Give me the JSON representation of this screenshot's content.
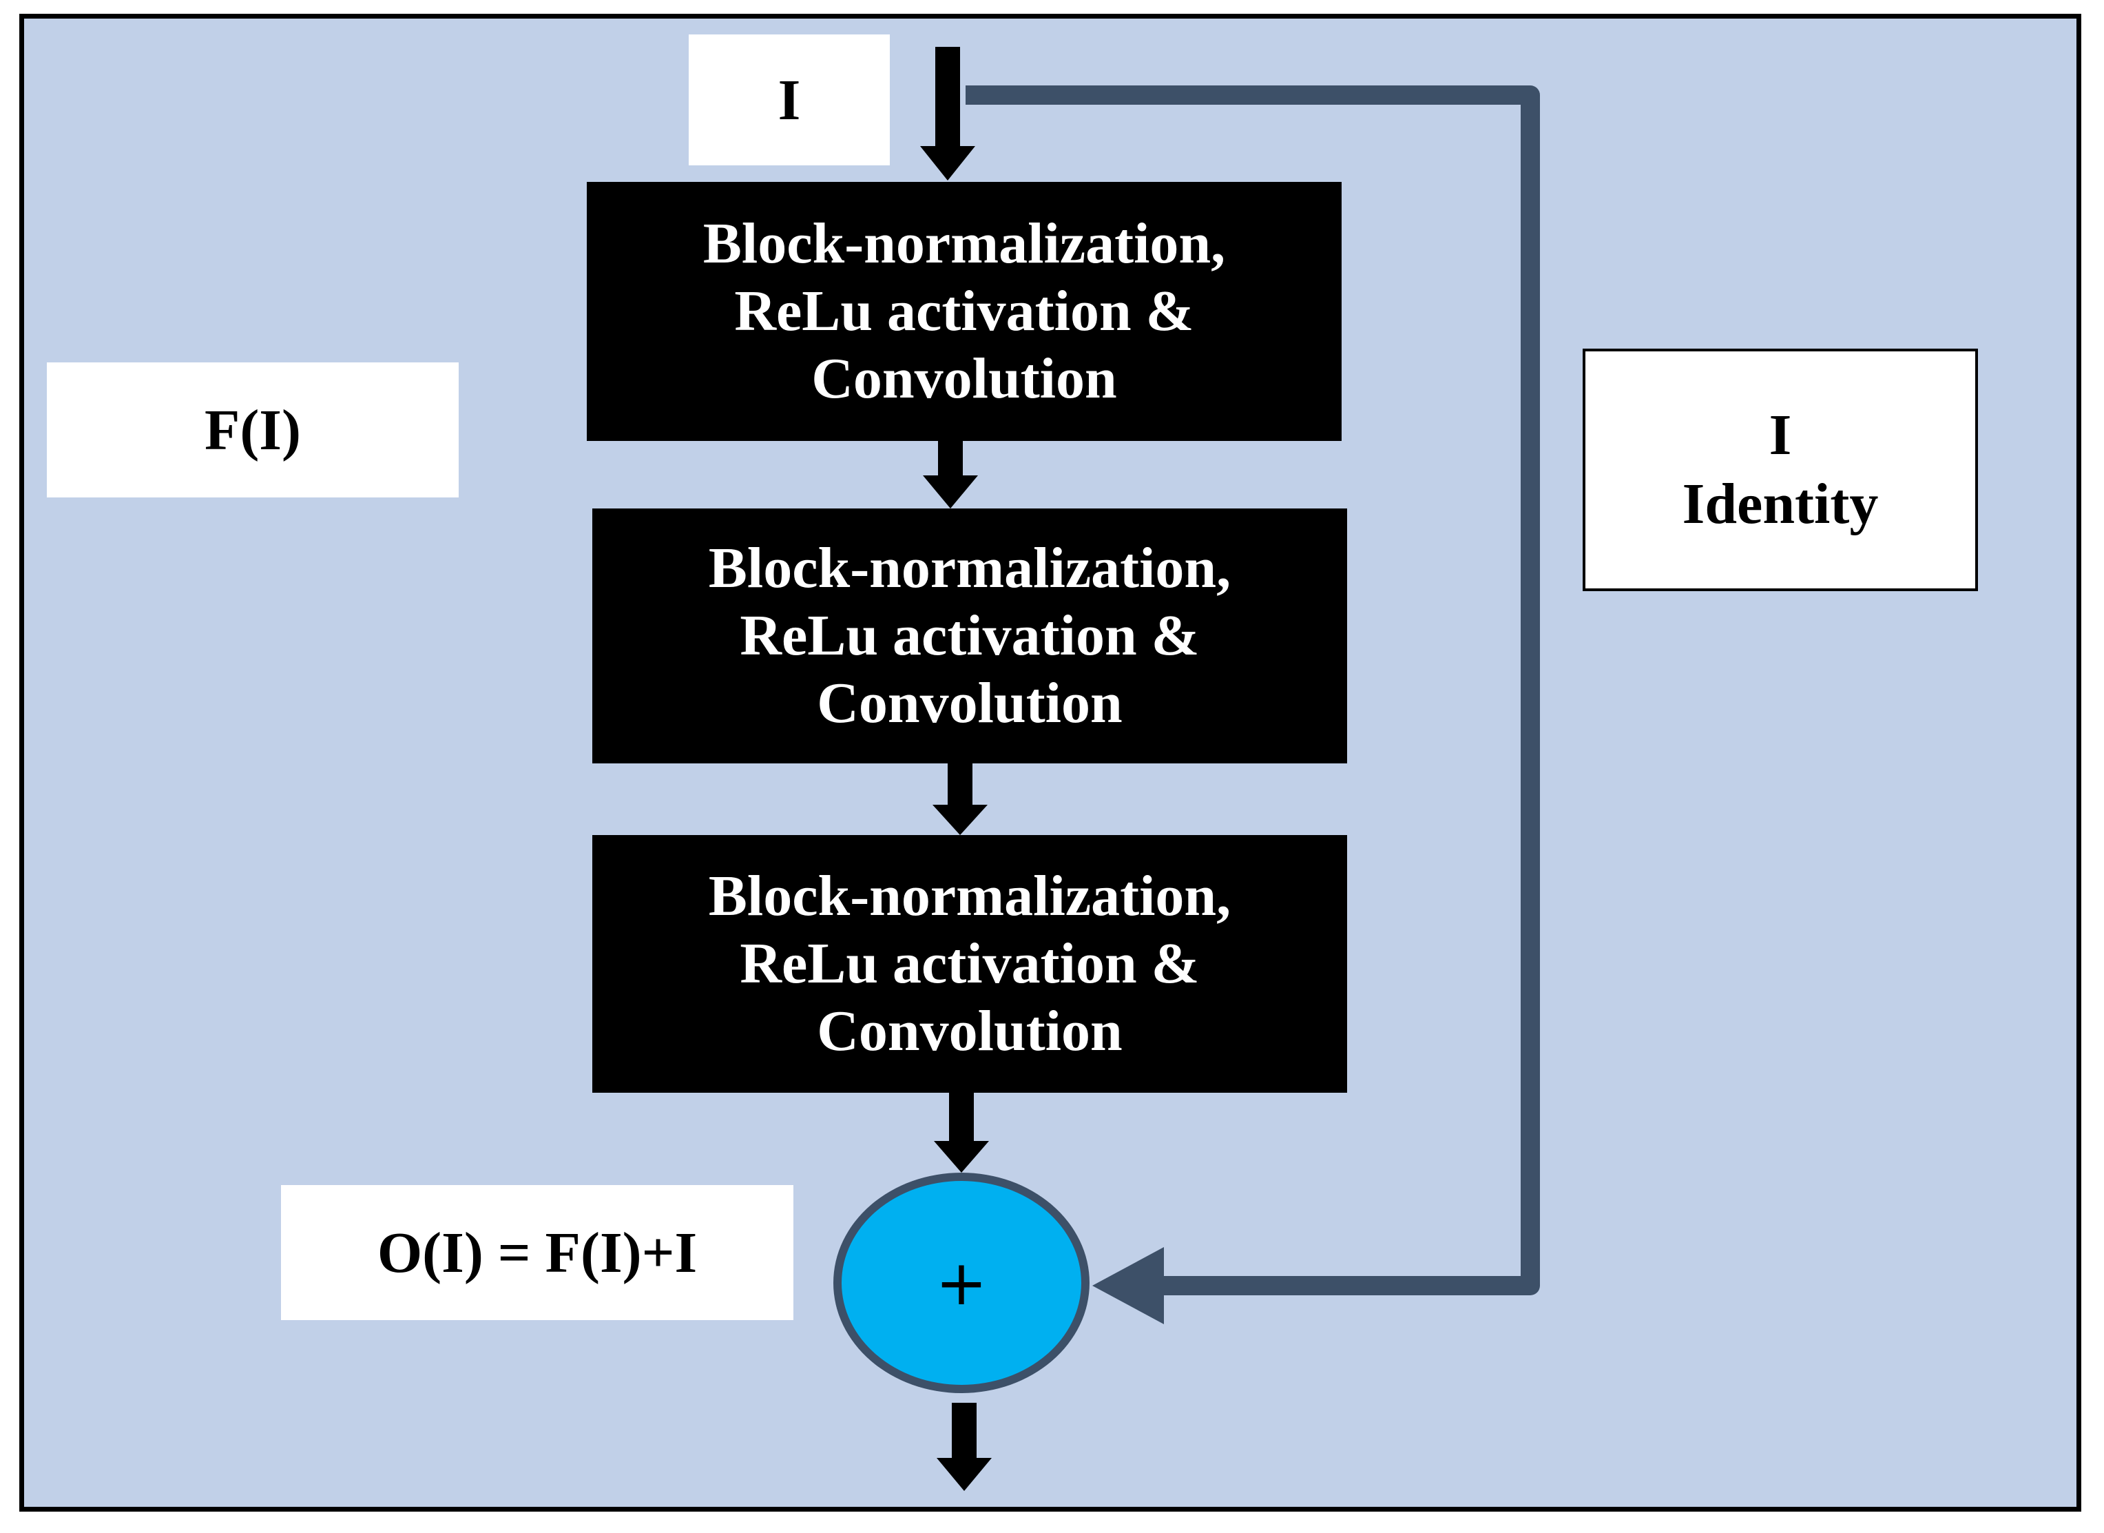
{
  "input_label": "I",
  "residual_label": "F(I)",
  "identity": {
    "line1": "I",
    "line2": "Identity"
  },
  "output_label": "O(I) = F(I)+I",
  "sum_symbol": "+",
  "blocks": [
    {
      "line1": "Block-normalization,",
      "line2": "ReLu activation &",
      "line3": "Convolution"
    },
    {
      "line1": "Block-normalization,",
      "line2": "ReLu activation &",
      "line3": "Convolution"
    },
    {
      "line1": "Block-normalization,",
      "line2": "ReLu activation &",
      "line3": "Convolution"
    }
  ]
}
